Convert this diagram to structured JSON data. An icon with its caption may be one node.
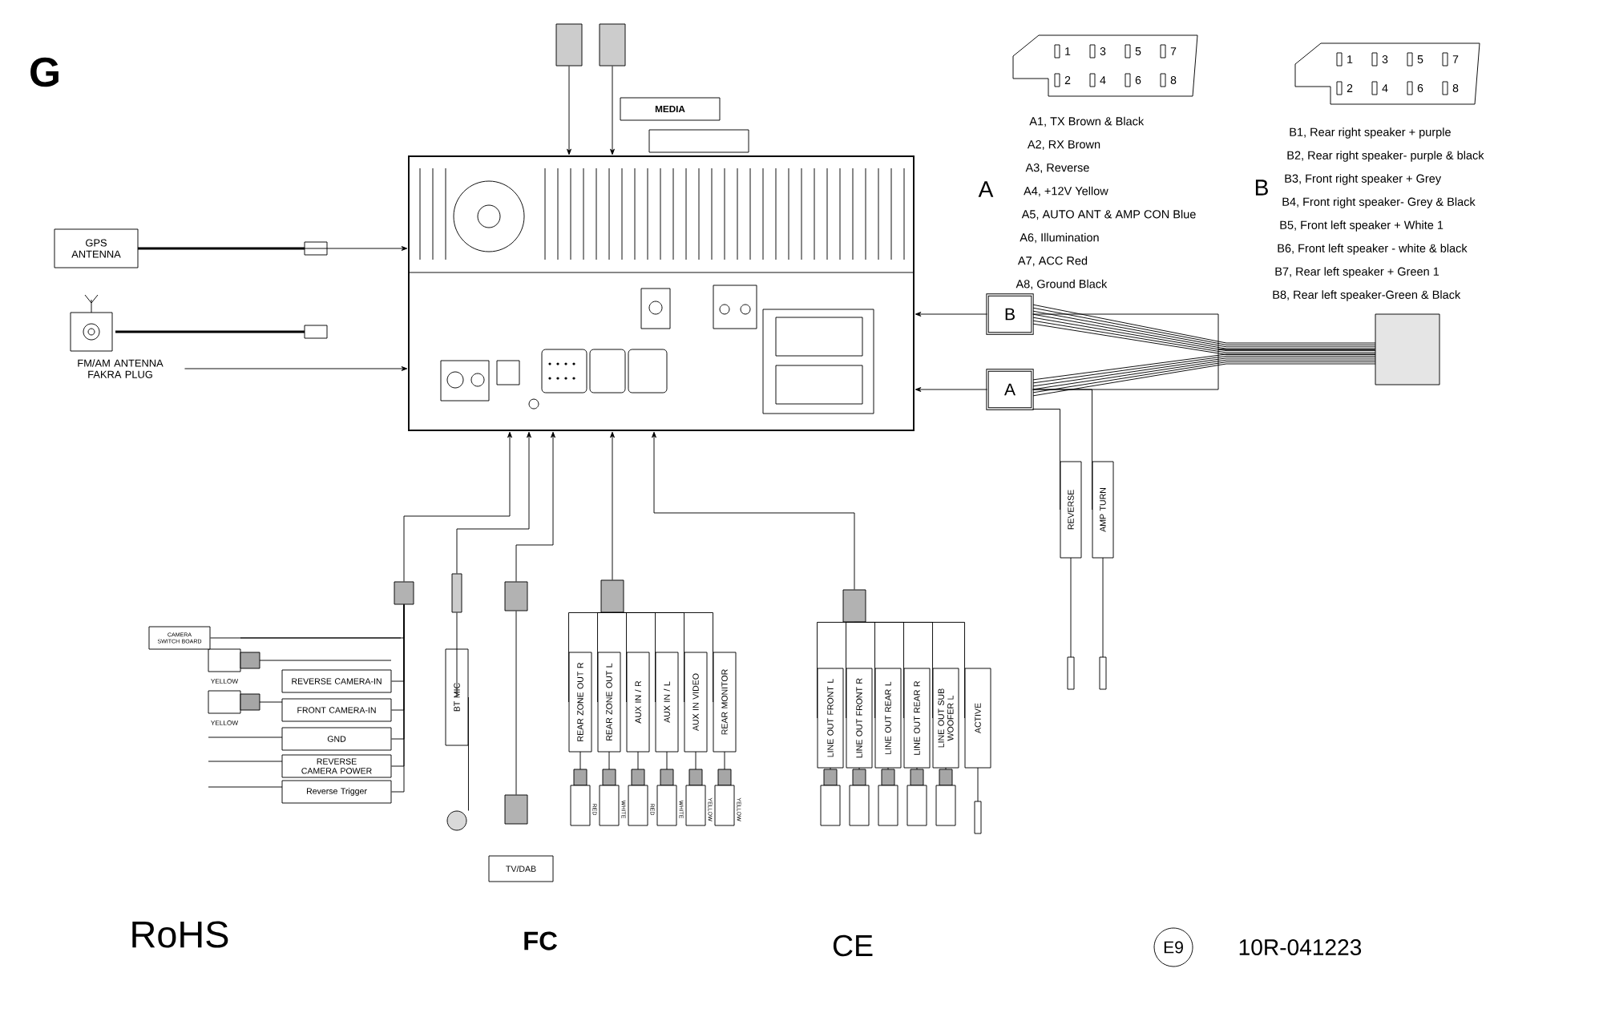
{
  "diagram": {
    "nodes": [
      {
        "text": [],
        "shape": "box"
      },
      {
        "text": [],
        "shape": "box"
      },
      {
        "text": [
          "MEDIA"
        ]
      },
      {
        "text": [],
        "shape": "box"
      },
      {
        "text": [],
        "shape": "picture"
      },
      {
        "text": [
          "GPS ANTENNA"
        ]
      },
      {
        "text": [
          "FM/AM ANTENNA FAKRA PLUG"
        ]
      },
      {
        "text": [
          "B"
        ]
      },
      {
        "text": [
          "A"
        ]
      },
      {
        "text": [],
        "shape": "box"
      },
      {
        "text": [
          "REVERSE"
        ]
      },
      {
        "text": [
          "AMP TURN"
        ]
      },
      {
        "text": [],
        "shape": "box"
      },
      {
        "text": [],
        "shape": "box"
      },
      {
        "text": [
          "BT MIC"
        ]
      },
      {
        "text": [],
        "shape": "circle"
      },
      {
        "text": [],
        "shape": "box"
      },
      {
        "text": [],
        "shape": "box"
      },
      {
        "text": [
          "TV/DAB"
        ]
      },
      {
        "text": [],
        "shape": "box"
      },
      {
        "text": [],
        "shape": "box"
      },
      {
        "text": [
          "REAR ZONE OUT R"
        ]
      },
      {
        "text": [
          "REAR ZONE OUT L"
        ]
      },
      {
        "text": [
          "AUX IN / R"
        ]
      },
      {
        "text": [
          "AUX IN / L"
        ]
      },
      {
        "text": [
          "AUX IN VIDEO"
        ]
      },
      {
        "text": [
          "REAR MONITOR"
        ]
      },
      {
        "text": [
          "LINE OUT FRONT L"
        ]
      },
      {
        "text": [
          "LINE OUT FRONT R"
        ]
      },
      {
        "text": [
          "LINE OUT REAR L"
        ]
      },
      {
        "text": [
          "LINE OUT REAR R"
        ]
      },
      {
        "text": [
          "LINE OUT SUB WOOFER L"
        ]
      },
      {
        "text": [
          "ACTIVE"
        ]
      },
      {
        "text": [
          "REVERSE CAMERA-IN"
        ]
      },
      {
        "text": [
          "FRONT CAMERA-IN"
        ]
      },
      {
        "text": [
          "GND"
        ]
      },
      {
        "text": [
          "REVERSE CAMERA POWER"
        ]
      },
      {
        "text": [
          "Reverse Trigger"
        ]
      },
      {
        "text": [
          "CAMERA SWITCH BOARD"
        ]
      }
    ],
    "edges": [
      {
        "from": 0,
        "to": 4,
        "arrow": "to"
      },
      {
        "from": 1,
        "to": 4,
        "arrow": "to"
      },
      {
        "from": 5,
        "to": 4,
        "arrow": "to"
      },
      {
        "from": 6,
        "to": 4,
        "arrow": "to"
      },
      {
        "from": 7,
        "to": 4,
        "arrow": "to"
      },
      {
        "from": 8,
        "to": 4,
        "arrow": "to"
      },
      {
        "from": 12,
        "to": 4,
        "arrow": "to"
      },
      {
        "from": 13,
        "to": 4,
        "arrow": "to"
      },
      {
        "from": 16,
        "to": 4,
        "arrow": "to"
      },
      {
        "from": 19,
        "to": 4,
        "arrow": "to"
      },
      {
        "from": 20,
        "to": 4,
        "arrow": "to"
      },
      {
        "from": 9,
        "to": 7,
        "arrow": "none"
      },
      {
        "from": 9,
        "to": 8,
        "arrow": "none"
      },
      {
        "from": 8,
        "to": 10,
        "arrow": "none"
      },
      {
        "from": 8,
        "to": 11,
        "arrow": "none"
      },
      {
        "from": 21,
        "to": 19,
        "arrow": "none"
      },
      {
        "from": 22,
        "to": 19,
        "arrow": "none"
      },
      {
        "from": 23,
        "to": 19,
        "arrow": "none"
      },
      {
        "from": 24,
        "to": 19,
        "arrow": "none"
      },
      {
        "from": 25,
        "to": 19,
        "arrow": "none"
      },
      {
        "from": 26,
        "to": 19,
        "arrow": "none"
      },
      {
        "from": 27,
        "to": 20,
        "arrow": "none"
      },
      {
        "from": 28,
        "to": 20,
        "arrow": "none"
      },
      {
        "from": 29,
        "to": 20,
        "arrow": "none"
      },
      {
        "from": 30,
        "to": 20,
        "arrow": "none"
      },
      {
        "from": 31,
        "to": 20,
        "arrow": "none"
      },
      {
        "from": 32,
        "to": 20,
        "arrow": "none"
      },
      {
        "from": 33,
        "to": 12,
        "arrow": "none"
      },
      {
        "from": 34,
        "to": 12,
        "arrow": "none"
      },
      {
        "from": 35,
        "to": 12,
        "arrow": "none"
      },
      {
        "from": 36,
        "to": 12,
        "arrow": "none"
      },
      {
        "from": 37,
        "to": 12,
        "arrow": "none"
      },
      {
        "from": 38,
        "to": 12,
        "arrow": "none"
      },
      {
        "from": 13,
        "to": 14,
        "arrow": "none"
      },
      {
        "from": 14,
        "to": 15,
        "arrow": "none"
      },
      {
        "from": 16,
        "to": 17,
        "arrow": "none"
      }
    ],
    "labels": [
      "G",
      "1",
      "3",
      "5",
      "7",
      "2",
      "4",
      "6",
      "8",
      "A",
      "A1, TX Brown & Black",
      "A2, RX Brown",
      "A3, Reverse",
      "A4, +12V Yellow",
      "A5, AUTO ANT & AMP CON Blue",
      "A6, Illumination",
      "A7, ACC Red",
      "A8, Ground Black",
      "1",
      "3",
      "5",
      "7",
      "2",
      "4",
      "6",
      "8",
      "B",
      "B1, Rear right speaker + purple",
      "B2, Rear right speaker- purple & black",
      "B3, Front right speaker + Grey",
      "B4, Front right speaker- Grey & Black",
      "B5, Front left speaker + White 1",
      "B6, Front left speaker - white & black",
      "B7, Rear left speaker + Green 1",
      "B8, Rear left speaker-Green & Black",
      "YELLOW",
      "YELLOW",
      "RED",
      "WHITE",
      "RED",
      "WHITE",
      "YELLOW",
      "YELLOW",
      "RoHS",
      "FC",
      "CE",
      "E9",
      "10R-041223"
    ]
  }
}
